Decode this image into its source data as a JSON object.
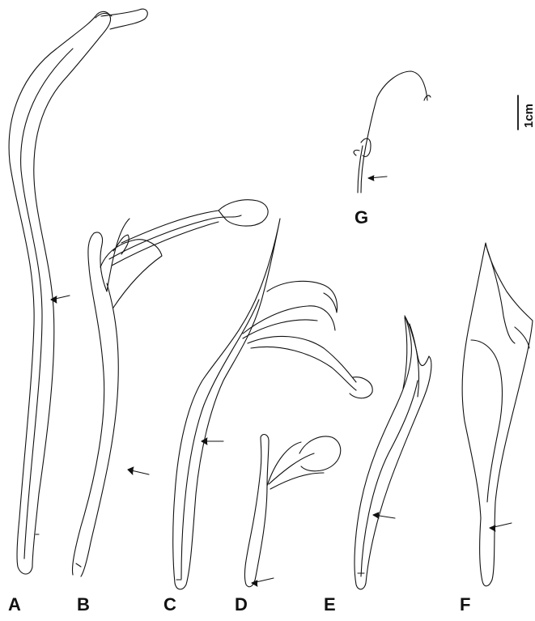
{
  "figure": {
    "panels": [
      {
        "letter": "A"
      },
      {
        "letter": "B"
      },
      {
        "letter": "C"
      },
      {
        "letter": "D"
      },
      {
        "letter": "E"
      },
      {
        "letter": "F"
      },
      {
        "letter": "G"
      }
    ],
    "scale_bar": {
      "label": "1cm"
    },
    "ink_color": "#111111",
    "background_color": "#ffffff"
  }
}
